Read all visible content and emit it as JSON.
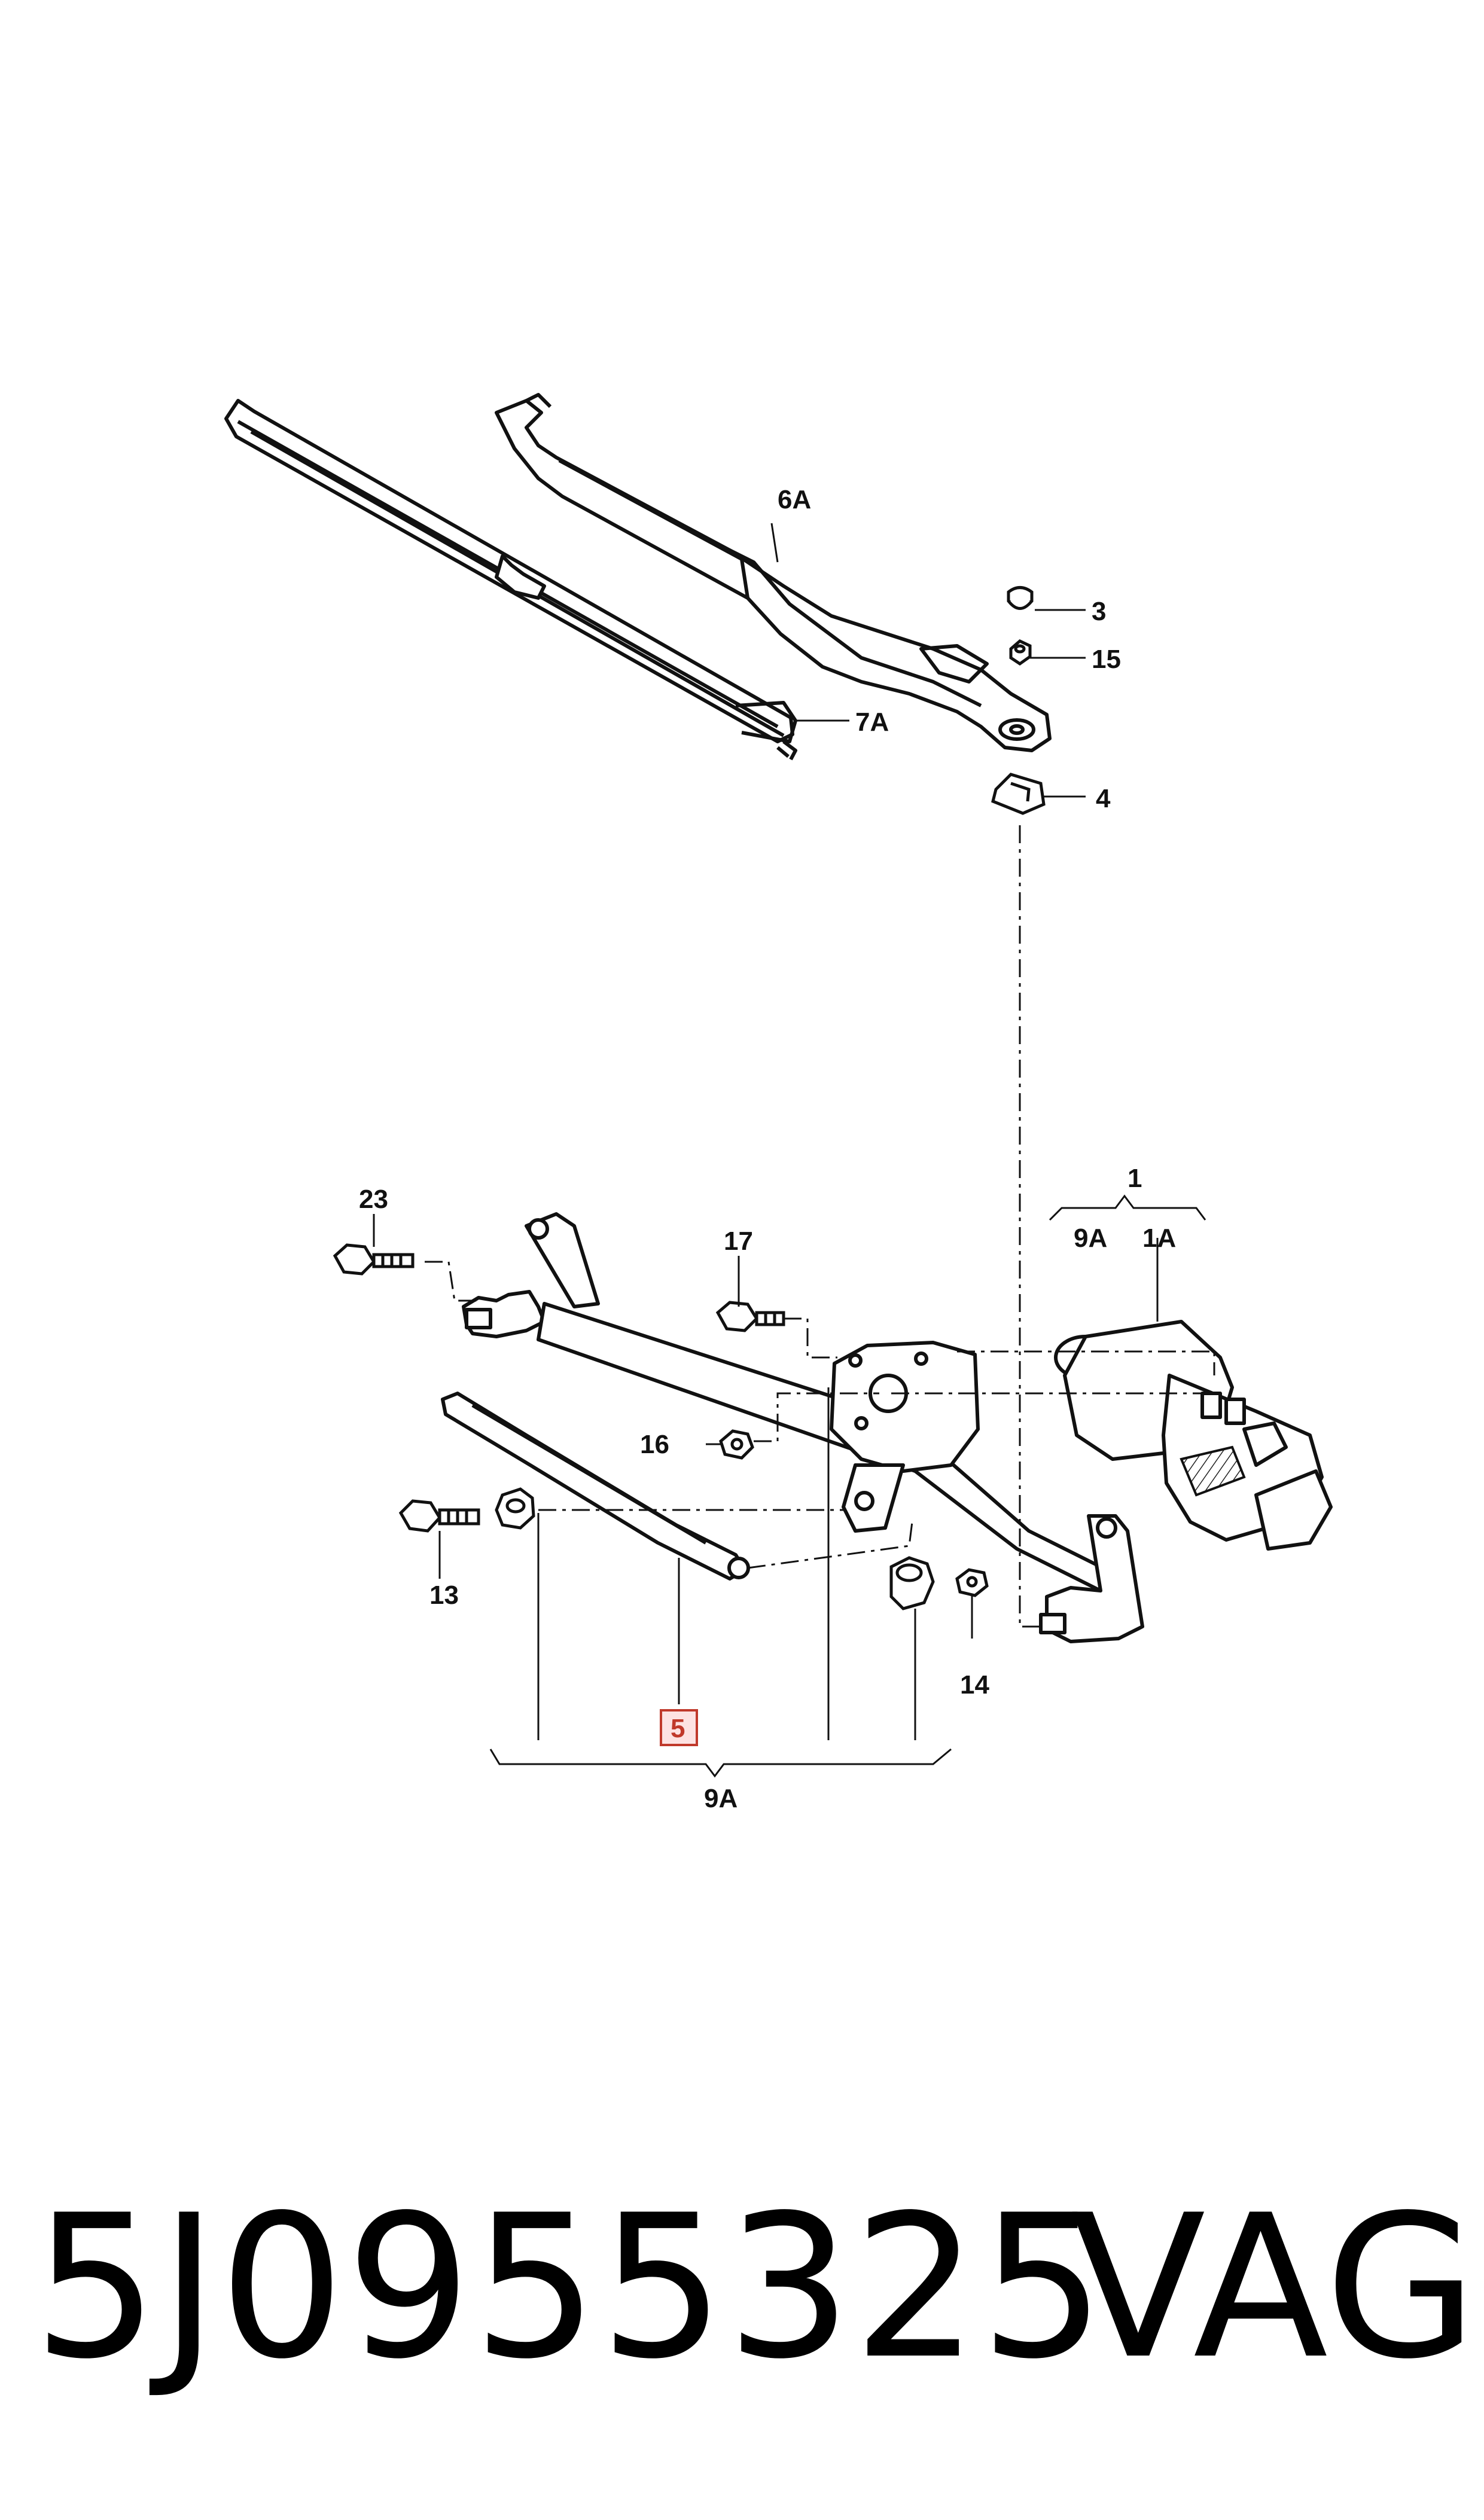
{
  "callouts": {
    "c1": "1",
    "c1A": "1A",
    "c9A_motor": "9A",
    "c3": "3",
    "c4": "4",
    "c5": "5",
    "c6A": "6A",
    "c7A": "7A",
    "c9A": "9A",
    "c13": "13",
    "c14": "14",
    "c15": "15",
    "c16": "16",
    "c17": "17",
    "c23": "23"
  },
  "highlighted_callout": "5",
  "highlight_color": "#c0392b",
  "footer": {
    "part_number": "5J0955325",
    "brand": "VAG"
  }
}
